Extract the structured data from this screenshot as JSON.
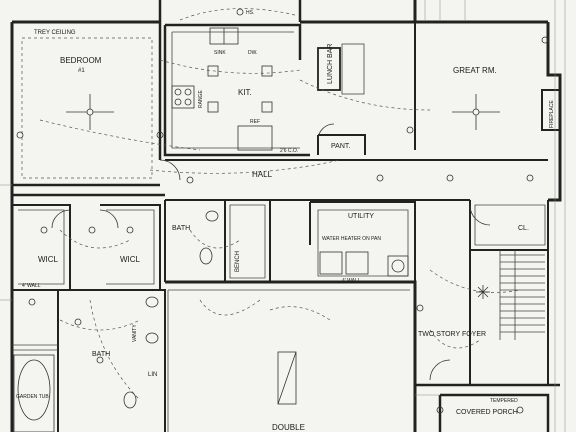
{
  "plan": {
    "labels": {
      "trey_ceiling": "TREY CEILING",
      "bedroom": "BEDROOM",
      "bedroom_num": "#1",
      "wicl_left": "WICL",
      "wicl_right": "WICL",
      "garden_tub": "GARDEN TUB",
      "bath_upper": "BATH",
      "bath_lower": "BATH",
      "kit": "KIT.",
      "sink": "SINK",
      "dw": "DW.",
      "range": "RANGE",
      "ref": "REF",
      "hs": "HS.",
      "lunch_bar": "LUNCH BAR",
      "pant": "PANT.",
      "hall": "HALL",
      "great_rm": "GREAT RM.",
      "fireplace": "FIREPLACE",
      "utility": "UTILITY",
      "water_heater": "WATER HEATER ON PAN",
      "bench": "BENCH",
      "lin": "LIN",
      "vanity": "VANITY",
      "cl": "CL.",
      "two_story_foyer": "TWO STORY FOYER",
      "covered_porch": "COVERED PORCH",
      "tempered": "TEMPERED",
      "double": "DOUBLE",
      "wall_left": "4' WALL",
      "wall_util": "4' WALL",
      "dim_kit": "2'6 C.O."
    }
  }
}
